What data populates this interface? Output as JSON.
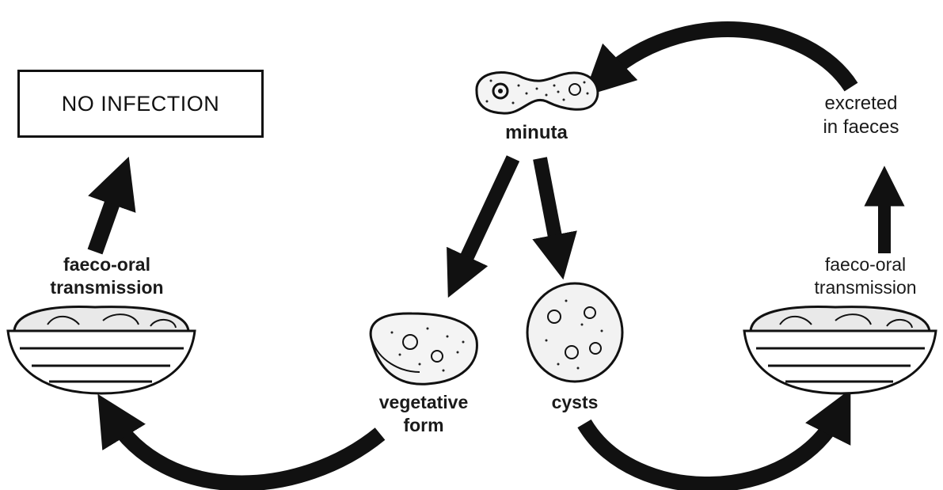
{
  "labels": {
    "no_infection": "NO INFECTION",
    "minuta": "minuta",
    "excreted_line1": "excreted",
    "excreted_line2": "in faeces",
    "left_transmission_line1": "faeco-oral",
    "left_transmission_line2": "transmission",
    "right_transmission_line1": "faeco-oral",
    "right_transmission_line2": "transmission",
    "vegetative_line1": "vegetative",
    "vegetative_line2": "form",
    "cysts": "cysts"
  },
  "colors": {
    "ink": "#111111",
    "background": "#ffffff"
  },
  "icons": [
    "minuta-organism-icon",
    "vegetative-form-icon",
    "cyst-icon",
    "food-bowl-icon"
  ]
}
